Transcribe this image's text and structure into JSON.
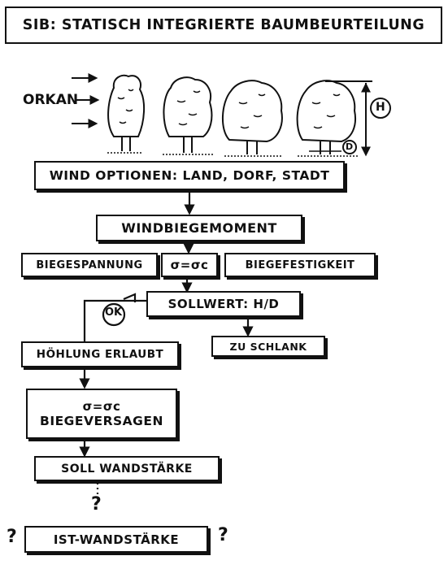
{
  "title": "SIB: STATISCH INTEGRIERTE BAUMBEURTEILUNG",
  "wind_label": "ORKAN",
  "height_marker": "H",
  "diameter_marker": "D",
  "boxes": {
    "wind_options": "WIND OPTIONEN: LAND, DORF, STADT",
    "wind_moment": "WINDBIEGEMOMENT",
    "bending_stress": "BIEGESPANNUNG",
    "stress_equation": "σ=σc",
    "bending_strength": "BIEGEFESTIGKEIT",
    "target_value": "SOLLWERT: H/D",
    "too_slender": "ZU SCHLANK",
    "cavity_allowed": "HÖHLUNG ERLAUBT",
    "failure_equation": "σ=σc",
    "bending_failure": "BIEGEVERSAGEN",
    "target_wall": "SOLL WANDSTÄRKE",
    "actual_wall": "IST-WANDSTÄRKE"
  },
  "ok_label": "OK",
  "question_mark": "?",
  "colors": {
    "ink": "#111111",
    "paper": "#ffffff"
  }
}
